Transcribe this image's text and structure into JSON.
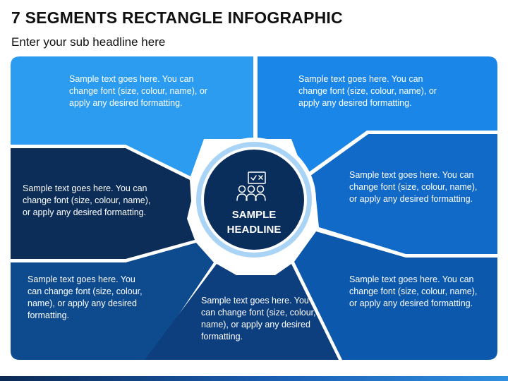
{
  "title": "7 SEGMENTS RECTANGLE INFOGRAPHIC",
  "subtitle": "Enter your sub headline here",
  "center": {
    "headline_line1": "SAMPLE",
    "headline_line2": "HEADLINE",
    "icon": "presentation-team-icon",
    "ring_color": "#a9d4f5",
    "fill_color": "#0a2e5c"
  },
  "segments": [
    {
      "id": "top-left",
      "color": "#2b9cf0",
      "text": "Sample text goes here. You can change font (size, colour, name), or apply any desired formatting."
    },
    {
      "id": "top-right",
      "color": "#1a86e8",
      "text": "Sample text goes here. You can change font (size, colour, name), or apply any desired formatting."
    },
    {
      "id": "middle-left",
      "color": "#0b2d57",
      "text": "Sample text goes here. You can change font (size, colour, name), or apply any desired formatting."
    },
    {
      "id": "middle-right",
      "color": "#1169c8",
      "text": "Sample text goes here. You can change font (size, colour, name), or apply any desired formatting."
    },
    {
      "id": "bottom-left",
      "color": "#0e4a8e",
      "text": "Sample text goes here. You can change font (size, colour, name), or apply any desired formatting."
    },
    {
      "id": "bottom-center",
      "color": "#0d3f7e",
      "text": "Sample text goes here. You can change font (size, colour, name), or apply any desired formatting."
    },
    {
      "id": "bottom-right",
      "color": "#0c58ad",
      "text": "Sample text goes here. You can change font (size, colour, name), or apply any desired formatting."
    }
  ]
}
